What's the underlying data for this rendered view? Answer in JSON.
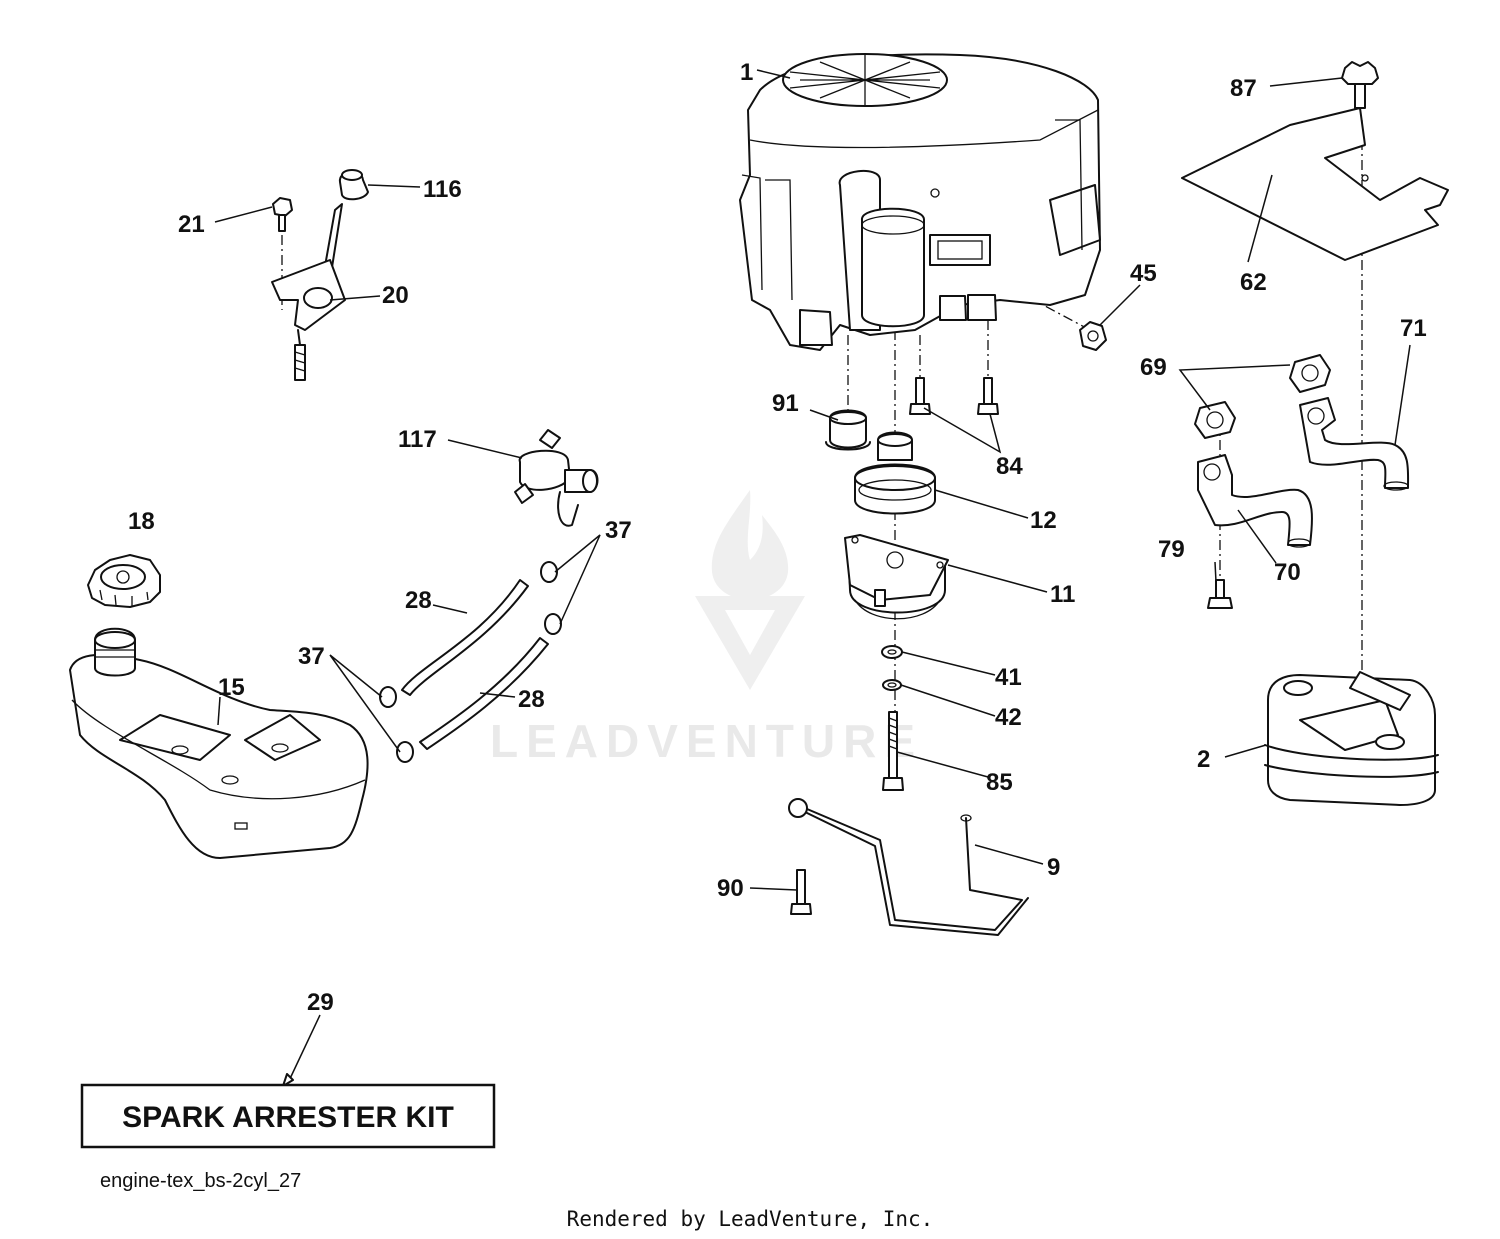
{
  "callouts": [
    "1",
    "87",
    "116",
    "21",
    "20",
    "62",
    "45",
    "71",
    "69",
    "91",
    "84",
    "117",
    "12",
    "18",
    "37",
    "11",
    "79",
    "70",
    "28",
    "37",
    "41",
    "15",
    "28",
    "42",
    "2",
    "85",
    "9",
    "90",
    "29"
  ],
  "kit_label": "SPARK ARRESTER KIT",
  "drawing_id": "engine-tex_bs-2cyl_27",
  "footer": "Rendered by LeadVenture, Inc.",
  "watermark": "LEADVENTURE"
}
